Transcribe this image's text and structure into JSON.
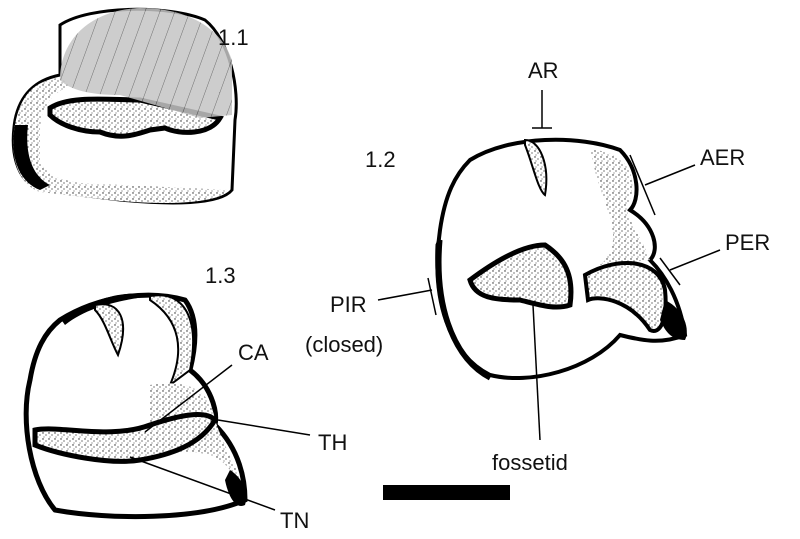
{
  "figures": {
    "fig_1_1": {
      "label": "1.1"
    },
    "fig_1_2": {
      "label": "1.2",
      "annotations": {
        "ar": "AR",
        "aer": "AER",
        "per": "PER",
        "pir_line1": "PIR",
        "pir_line2": "(closed)",
        "fossetid": "fossetid"
      }
    },
    "fig_1_3": {
      "label": "1.3",
      "annotations": {
        "ca": "CA",
        "th": "TH",
        "tn": "TN"
      }
    }
  },
  "colors": {
    "enamel": "#000000",
    "dentine_bg": "#ffffff",
    "wear_overlay": "#b8b8b8"
  }
}
